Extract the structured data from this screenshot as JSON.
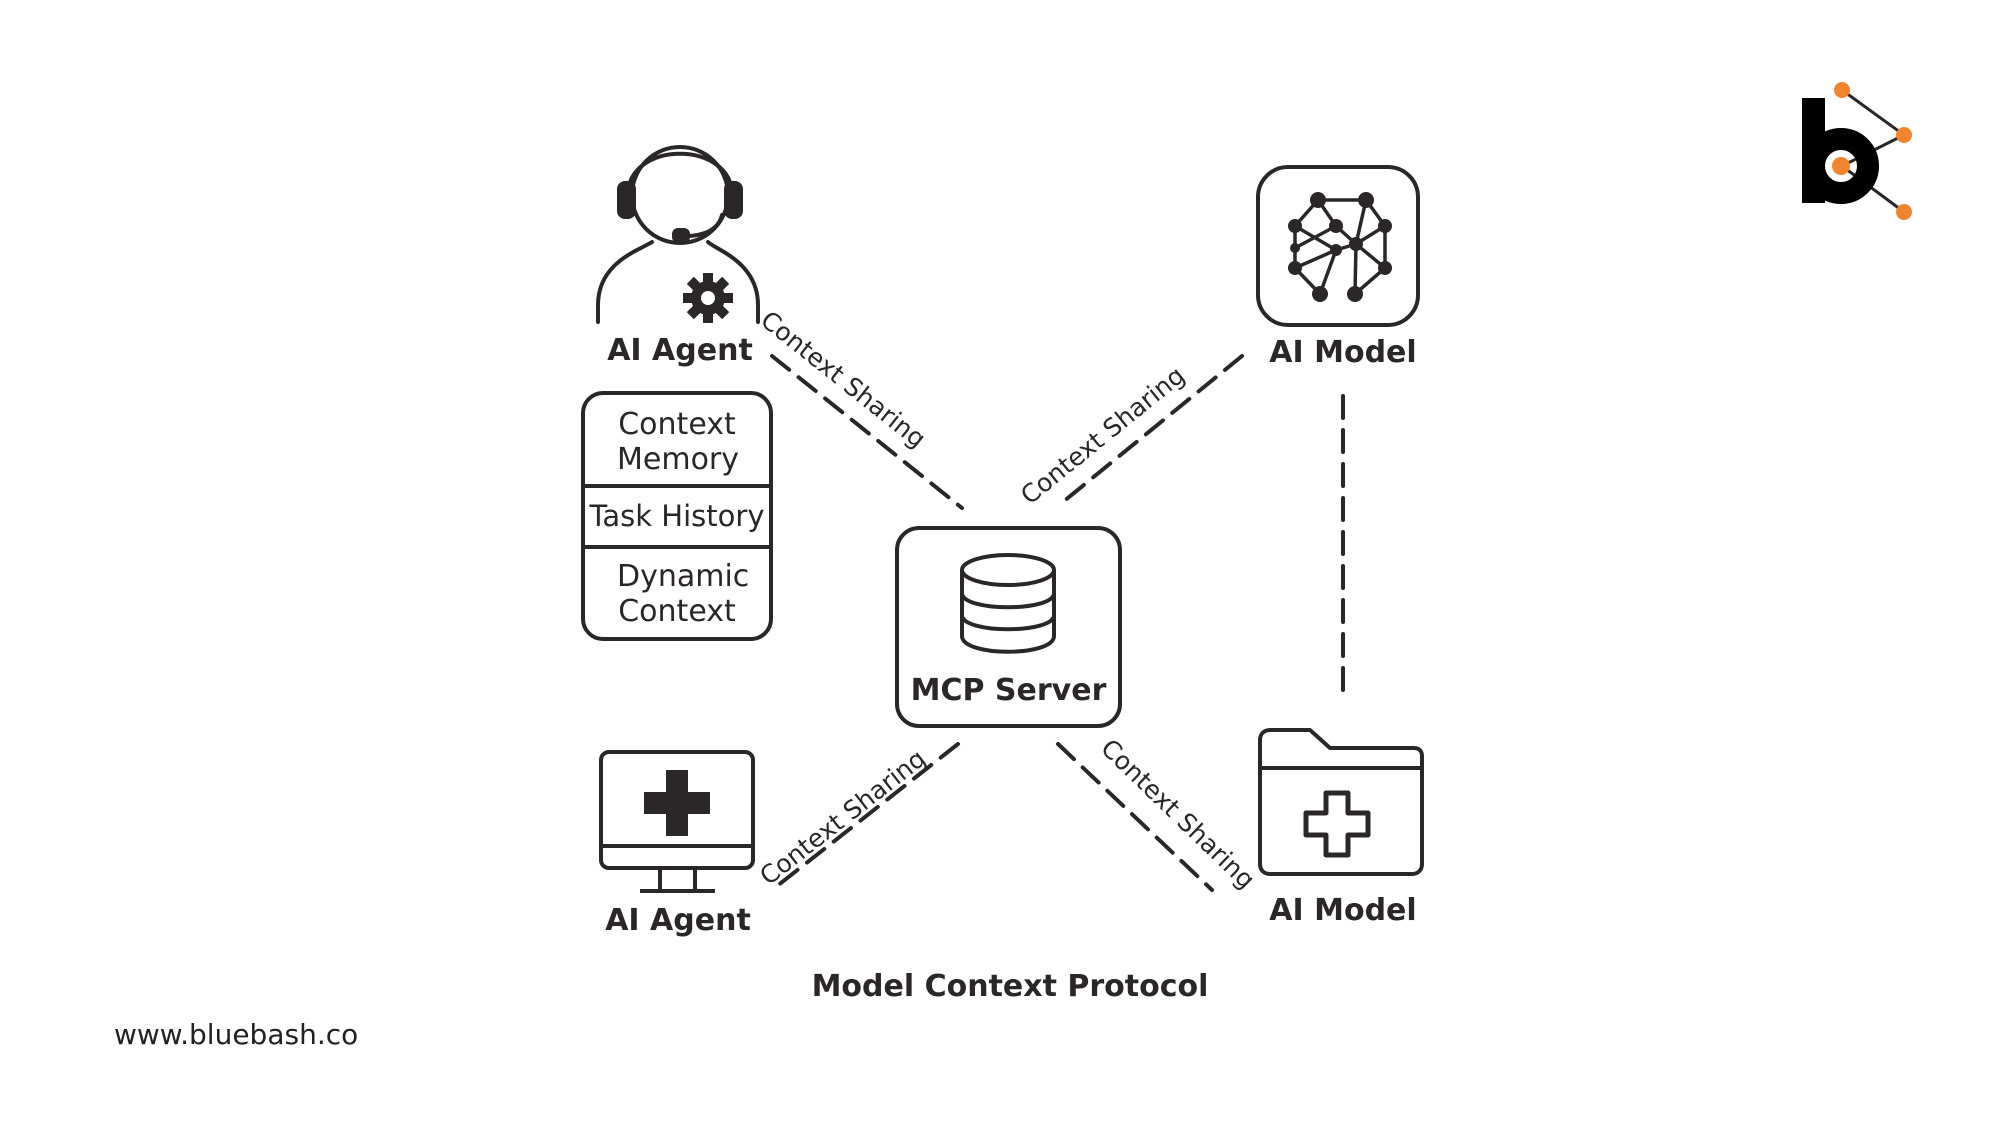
{
  "nodes": {
    "agent_top": "AI Agent",
    "model_top": "AI Model",
    "server": "MCP Server",
    "agent_bottom": "AI Agent",
    "model_bottom": "AI Model"
  },
  "memory_stack": [
    "Context Memory",
    "Task History",
    "Dynamic Context"
  ],
  "edges": {
    "top_left": "Context Sharing",
    "top_right": "Context Sharing",
    "bottom_left": "Context Sharing",
    "bottom_right": "Context Sharing"
  },
  "caption": "Model Context Protocol",
  "website": "www.bluebash.co",
  "colors": {
    "ink": "#2b2728",
    "accent": "#f0852d"
  }
}
